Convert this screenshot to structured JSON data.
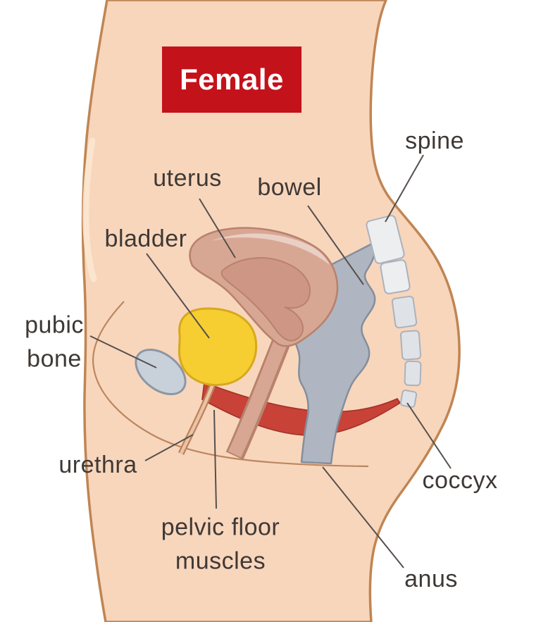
{
  "title": "Female",
  "labels": {
    "uterus": "uterus",
    "bowel": "bowel",
    "spine": "spine",
    "bladder": "bladder",
    "pubic_bone": "pubic bone",
    "urethra": "urethra",
    "pelvic_floor_muscles": "pelvic floor muscles",
    "coccyx": "coccyx",
    "anus": "anus"
  },
  "colors": {
    "background": "#FFFFFF",
    "skin": "#F8D6BC",
    "body_outline": "#C08553",
    "crease": "#BC8660",
    "skin_highlight": "#FBE7D2",
    "badge_bg": "#C4121B",
    "badge_text": "#FFFFFF",
    "organ_pink": "#D8A794",
    "organ_pink_dark": "#CE9785",
    "organ_outline": "#B8826D",
    "organ_highlight": "#EBD4C9",
    "bladder_yellow": "#F6CE32",
    "bladder_outline": "#D8A81C",
    "bone_gray": "#C8D1DA",
    "bone_outline": "#8C96A4",
    "muscle_red": "#C84237",
    "muscle_outline": "#A03228",
    "bowel_gray": "#AFB6C1",
    "bowel_outline": "#848E9D",
    "spine_gray": "#DFE3E7",
    "spine_light": "#ECEEF0",
    "spine_outline": "#ABB2BC",
    "urethra_outline": "#B9835D",
    "urethra_fill": "#ECC3A4",
    "label_text": "#3E3936",
    "leader_line": "#55504D"
  }
}
